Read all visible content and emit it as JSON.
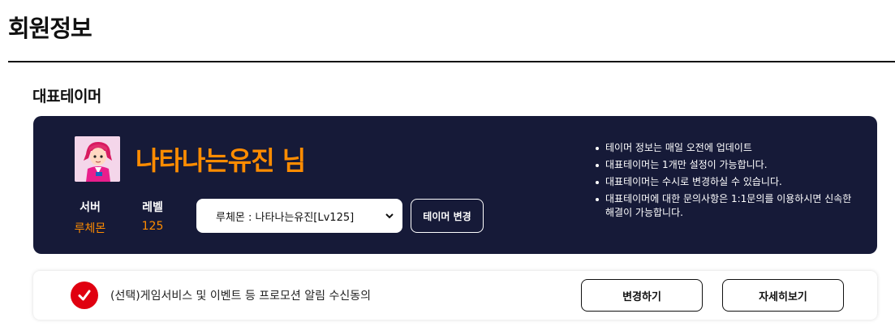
{
  "page": {
    "title": "회원정보"
  },
  "representative": {
    "section_title": "대표테이머",
    "character_name": "나타나는유진 님",
    "server_label": "서버",
    "server_value": "루체몬",
    "level_label": "레벨",
    "level_value": "125",
    "select_value": "루체몬 : 나타나는유진[Lv125]",
    "change_button": "테이머 변경",
    "notices": [
      "테이머 정보는 매일 오전에 업데이트",
      "대표테이머는 1개만 설정이 가능합니다.",
      "대표테이머는 수시로 변경하실 수 있습니다.",
      "대표테이머에 대한 문의사항은 1:1문의를 이용하시면 신속한 해결이 가능합니다."
    ]
  },
  "consent": {
    "text": "(선택)게임서비스 및 이벤트 등 프로모션 알림 수신동의",
    "modify_button": "변경하기",
    "detail_button": "자세히보기"
  },
  "colors": {
    "card_background": "#161a38",
    "accent_orange": "#ff8c00",
    "check_red": "#e00010"
  },
  "icons": {
    "consent_check": "check-circle-icon",
    "select_arrow": "chevron-down-icon"
  }
}
